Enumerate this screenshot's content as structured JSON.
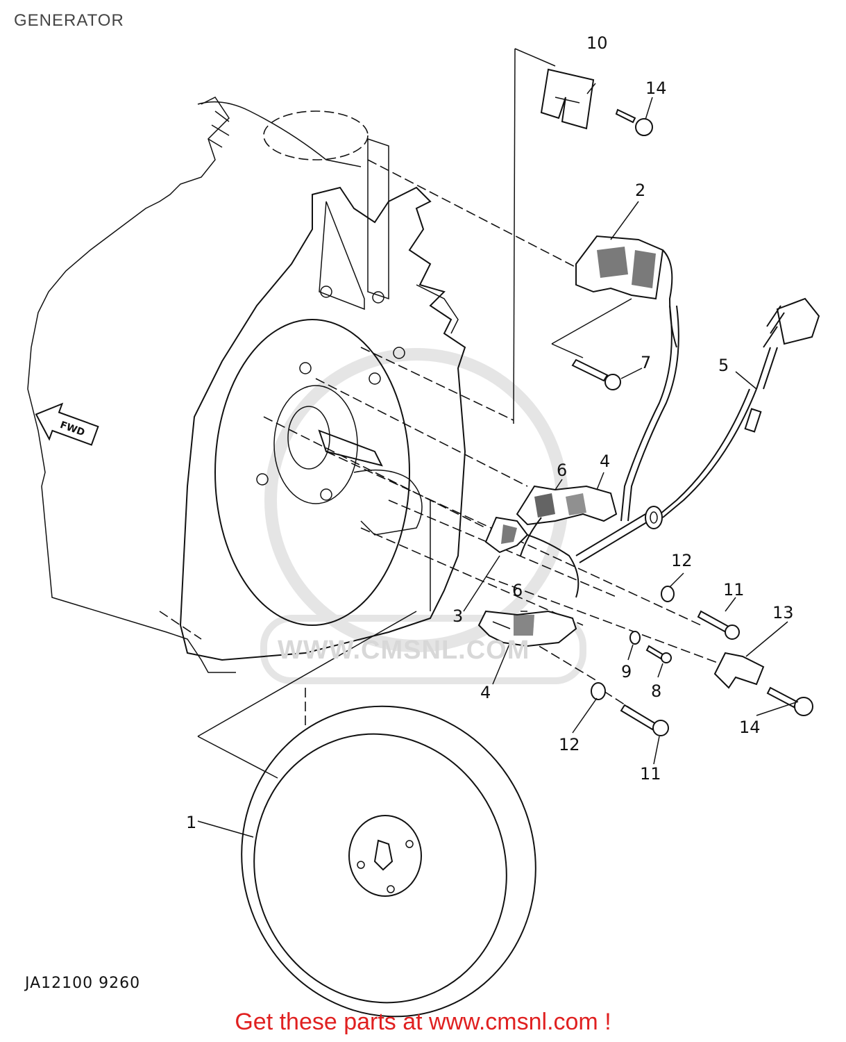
{
  "title": "GENERATOR",
  "watermark": "WWW.CMSNL.COM",
  "drawing_code": "JA12100 9260",
  "direction_label": "FWD",
  "footer": "Get these parts at www.cmsnl.com !",
  "callouts": [
    "1",
    "2",
    "3",
    "4",
    "4",
    "5",
    "6",
    "6",
    "7",
    "8",
    "9",
    "10",
    "11",
    "11",
    "12",
    "12",
    "13",
    "14",
    "14"
  ]
}
